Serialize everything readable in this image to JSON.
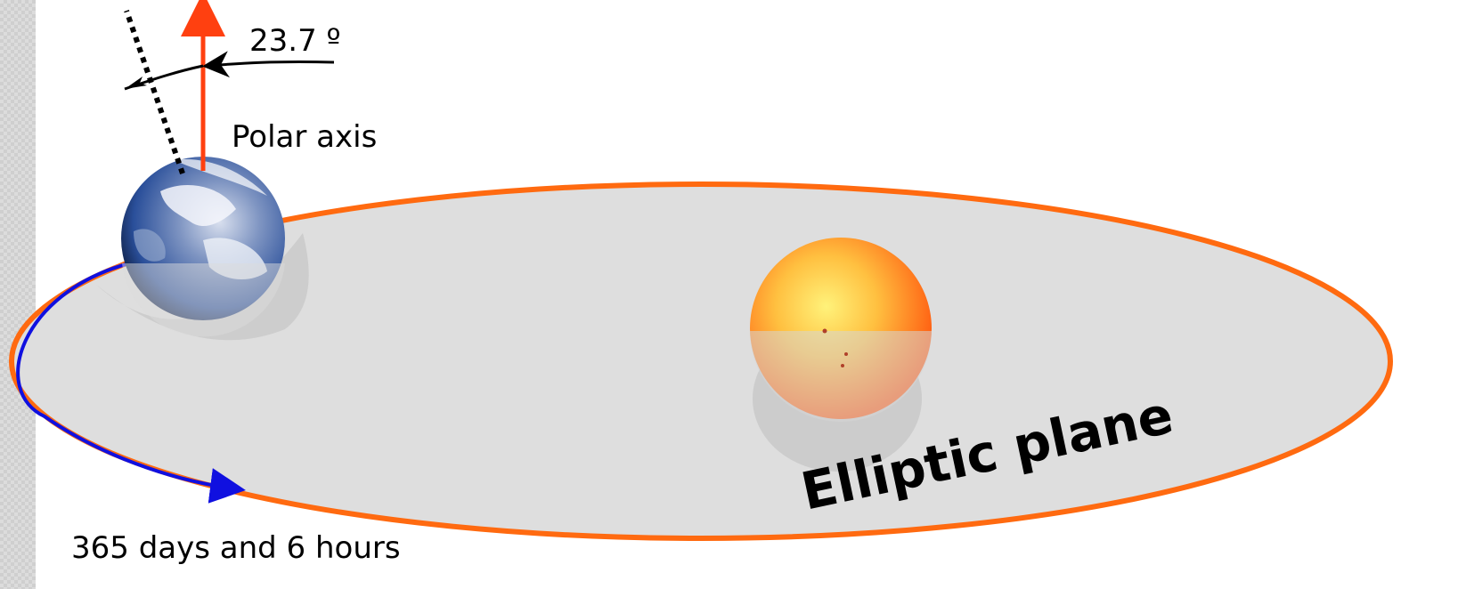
{
  "labels": {
    "angle": "23.7 º",
    "polar_axis": "Polar axis",
    "plane": "Elliptic plane",
    "period": "365 days and 6 hours"
  },
  "colors": {
    "orbit": "#ff6a10",
    "orbit_arc": "#1010e0",
    "polar_axis": "#ff4010",
    "plane_fill": "#dedede",
    "sun_core": "#fff27a",
    "sun_edge": "#ff5a10",
    "earth_ocean": "#2a4f9a"
  },
  "icons": {
    "earth": "earth-globe-icon",
    "sun": "sun-icon"
  }
}
